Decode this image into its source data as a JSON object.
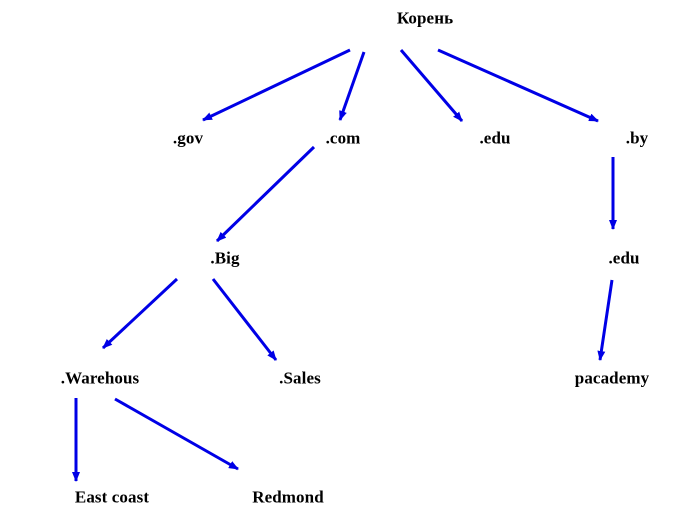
{
  "diagram": {
    "edge_color": "#0000e6",
    "label_color": "#000000",
    "nodes": {
      "root": "Корень",
      "gov": ".gov",
      "com": ".com",
      "edu1": ".edu",
      "by": ".by",
      "big": ".Big",
      "edu2": ".edu",
      "warehous": ".Warehous",
      "sales": ".Sales",
      "pacademy": "pacademy",
      "eastcoast": "East coast",
      "redmond": "Redmond"
    },
    "edges": [
      {
        "from": "root",
        "to": "gov"
      },
      {
        "from": "root",
        "to": "com"
      },
      {
        "from": "root",
        "to": "edu1"
      },
      {
        "from": "root",
        "to": "by"
      },
      {
        "from": "com",
        "to": "big"
      },
      {
        "from": "by",
        "to": "edu2"
      },
      {
        "from": "big",
        "to": "warehous"
      },
      {
        "from": "big",
        "to": "sales"
      },
      {
        "from": "edu2",
        "to": "pacademy"
      },
      {
        "from": "warehous",
        "to": "eastcoast"
      },
      {
        "from": "warehous",
        "to": "redmond"
      }
    ]
  }
}
